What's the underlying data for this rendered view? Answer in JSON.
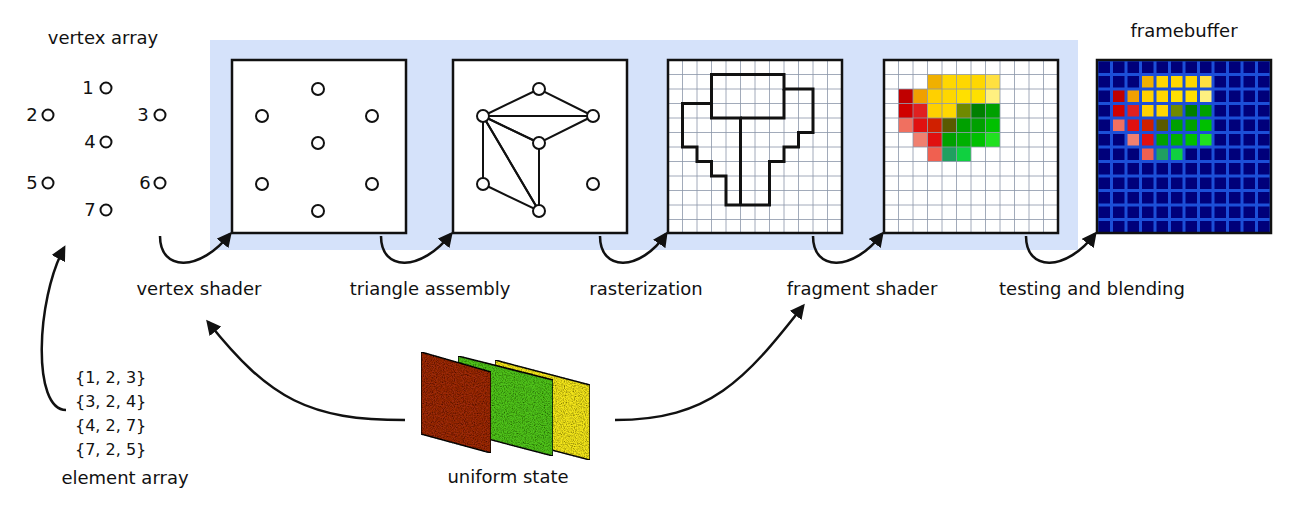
{
  "diagram": {
    "nodes": [
      {
        "text": [
          "framebuffer"
        ]
      }
    ],
    "labels": [
      "vertex array",
      "1",
      "2",
      "3",
      "4",
      "5",
      "6",
      "7",
      "vertex shader",
      "triangle assembly",
      "rasterization",
      "fragment shader",
      "testing and blending",
      "{1, 2, 3}",
      "{3, 2, 4}",
      "{4, 2, 7}",
      "{7, 2, 5}",
      "element array",
      "uniform state"
    ]
  }
}
